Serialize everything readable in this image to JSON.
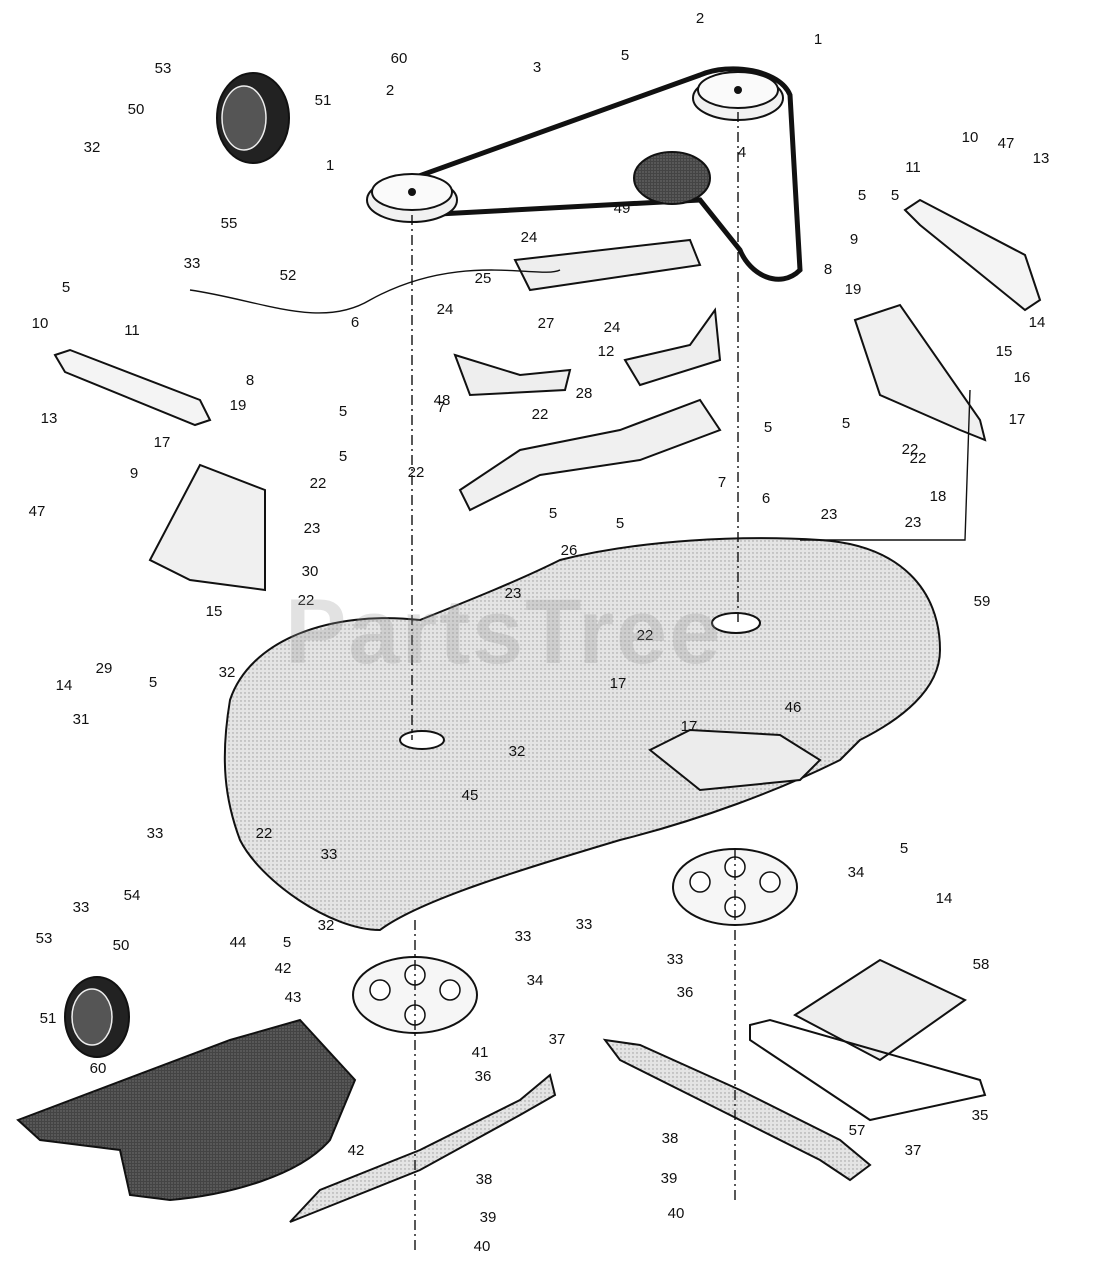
{
  "watermark": "PartsTree",
  "callouts": [
    "1",
    "1",
    "2",
    "2",
    "3",
    "4",
    "5",
    "5",
    "5",
    "5",
    "5",
    "5",
    "5",
    "5",
    "5",
    "5",
    "5",
    "5",
    "5",
    "6",
    "6",
    "7",
    "7",
    "8",
    "8",
    "9",
    "9",
    "10",
    "10",
    "11",
    "11",
    "12",
    "13",
    "13",
    "14",
    "14",
    "14",
    "15",
    "15",
    "16",
    "17",
    "17",
    "17",
    "17",
    "18",
    "19",
    "19",
    "22",
    "22",
    "22",
    "22",
    "22",
    "22",
    "22",
    "22",
    "23",
    "23",
    "23",
    "23",
    "24",
    "24",
    "24",
    "25",
    "26",
    "27",
    "28",
    "29",
    "30",
    "31",
    "32",
    "32",
    "32",
    "32",
    "33",
    "33",
    "33",
    "33",
    "33",
    "33",
    "33",
    "34",
    "34",
    "35",
    "36",
    "36",
    "37",
    "37",
    "38",
    "38",
    "39",
    "39",
    "40",
    "40",
    "41",
    "42",
    "42",
    "43",
    "44",
    "45",
    "46",
    "47",
    "47",
    "48",
    "49",
    "50",
    "50",
    "51",
    "51",
    "52",
    "53",
    "53",
    "54",
    "55",
    "57",
    "58",
    "59",
    "60",
    "60"
  ],
  "colors": {
    "line": "#111111",
    "deck_fill": "#d9d9d9",
    "dark_part": "#3a3a3a",
    "background": "#ffffff"
  }
}
